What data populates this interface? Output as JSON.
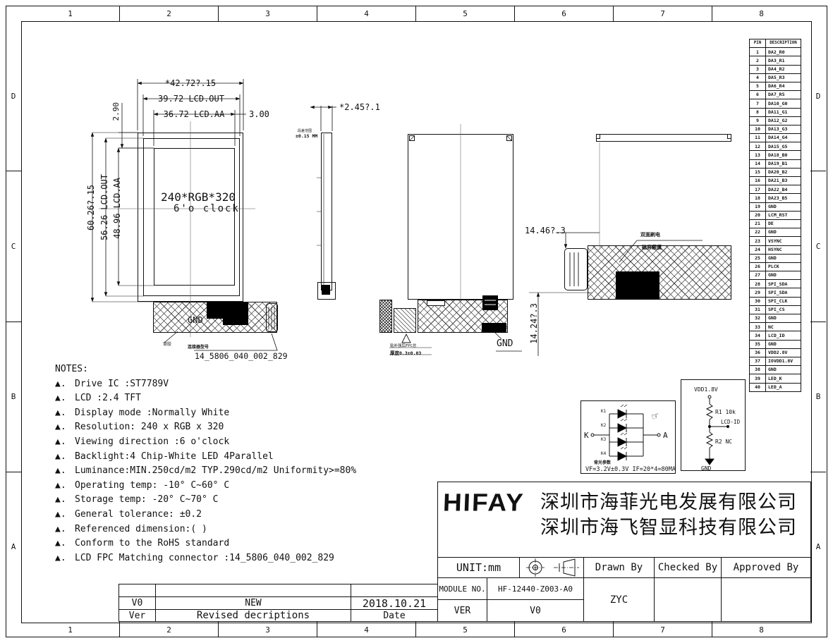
{
  "border": {
    "columns": [
      "1",
      "2",
      "3",
      "4",
      "5",
      "6",
      "7",
      "8"
    ],
    "rows": [
      "D",
      "C",
      "B",
      "A"
    ]
  },
  "front_view": {
    "dims": {
      "width_total": "*42.72?.15",
      "width_out": "39.72 LCD.OUT",
      "width_aa": "36.72 LCD.AA",
      "offset_right": "3.00",
      "offset_top": "2.90",
      "height_total": "60.26?.15",
      "height_out": "56.26 LCD.OUT",
      "height_aa": "48.96 LCD.AA"
    },
    "center_line1": "240*RGB*320",
    "center_line2": "6'o clock",
    "gnd_label": "GND",
    "tape_label": "背胶",
    "connector_note": "连接器型号",
    "connector_part": "14_5806_040_002_829"
  },
  "side_view": {
    "thickness": "*2.45?.1",
    "note_line1": "段差范围",
    "note_line2": "±0.15 MM"
  },
  "back_view": {
    "dim_top": "14.46?.3",
    "dim_bottom": "14.24?.3",
    "shield_line1": "双面刷电",
    "shield_line2": "磁屏蔽膜",
    "gnd_label": "GND",
    "fpc_note1": "贴补强后FPC总",
    "fpc_note2": "厚度0.3±0.03"
  },
  "pin_table": {
    "headers": [
      "PIN",
      "DESCRIPTION"
    ],
    "rows": [
      [
        "1",
        "DA2_R0"
      ],
      [
        "2",
        "DA3_R1"
      ],
      [
        "3",
        "DA4_R2"
      ],
      [
        "4",
        "DA5_R3"
      ],
      [
        "5",
        "DA6_R4"
      ],
      [
        "6",
        "DA7_R5"
      ],
      [
        "7",
        "DA10_G0"
      ],
      [
        "8",
        "DA11_G1"
      ],
      [
        "9",
        "DA12_G2"
      ],
      [
        "10",
        "DA13_G3"
      ],
      [
        "11",
        "DA14_G4"
      ],
      [
        "12",
        "DA15_G5"
      ],
      [
        "13",
        "DA18_B0"
      ],
      [
        "14",
        "DA19_B1"
      ],
      [
        "15",
        "DA20_B2"
      ],
      [
        "16",
        "DA21_B3"
      ],
      [
        "17",
        "DA22_B4"
      ],
      [
        "18",
        "DA23_B5"
      ],
      [
        "19",
        "GND"
      ],
      [
        "20",
        "LCM_RST"
      ],
      [
        "21",
        "DE"
      ],
      [
        "22",
        "GND"
      ],
      [
        "23",
        "VSYNC"
      ],
      [
        "24",
        "HSYNC"
      ],
      [
        "25",
        "GND"
      ],
      [
        "26",
        "PLCK"
      ],
      [
        "27",
        "GND"
      ],
      [
        "28",
        "SPI_SDA"
      ],
      [
        "29",
        "SPI_SDA"
      ],
      [
        "30",
        "SPI_CLK"
      ],
      [
        "31",
        "SPI_CS"
      ],
      [
        "32",
        "GND"
      ],
      [
        "33",
        "NC"
      ],
      [
        "34",
        "LCD_ID"
      ],
      [
        "35",
        "GND"
      ],
      [
        "36",
        "VDD2.8V"
      ],
      [
        "37",
        "IOVDD1.8V"
      ],
      [
        "38",
        "GND"
      ],
      [
        "39",
        "LED_K"
      ],
      [
        "40",
        "LED_A"
      ]
    ]
  },
  "notes": {
    "title": "NOTES:",
    "bullet": "▲.",
    "items": [
      "Drive IC :ST7789V",
      "LCD :2.4 TFT",
      "Display mode :Normally White",
      "Resolution: 240 x RGB x 320",
      "Viewing direction :6 o'clock",
      "Backlight:4 Chip-White LED 4Parallel",
      "Luminance:MIN.250cd/m2 TYP.290cd/m2  Uniformity>=80%",
      "Operating temp: -10° C~60° C",
      "Storage temp: -20° C~70° C",
      "General tolerance: ±0.2",
      "Referenced dimension:( )",
      "Conform to the RoHS standard",
      "LCD FPC Matching connector :14_5806_040_002_829"
    ]
  },
  "led_circuit": {
    "k": "K",
    "a": "A",
    "pins": [
      "K1",
      "K2",
      "K3",
      "K4"
    ],
    "note": "背光参数",
    "spec": "VF=3.2V±0.3V IF=20*4=80MA"
  },
  "id_circuit": {
    "vdd": "VDD1.8V",
    "r1": "R1 10k",
    "tap": "LCD-ID",
    "r2": "R2 NC",
    "gnd": "GND"
  },
  "title_block": {
    "logo": "HIFAY",
    "company_line1": "深圳市海菲光电发展有限公司",
    "company_line2": "深圳市海飞智显科技有限公司",
    "unit_label": "UNIT:mm",
    "drawn_by_label": "Drawn By",
    "checked_by_label": "Checked By",
    "approved_by_label": "Approved By",
    "module_no_label": "MODULE NO.",
    "module_no": "HF-12440-Z003-A0",
    "ver_label": "VER",
    "ver_value": "V0",
    "drawn_by": "ZYC"
  },
  "revision_table": {
    "rows": [
      [
        "V0",
        "NEW",
        "2018.10.21"
      ]
    ],
    "footer": [
      "Ver",
      "Revised decriptions",
      "Date"
    ]
  }
}
